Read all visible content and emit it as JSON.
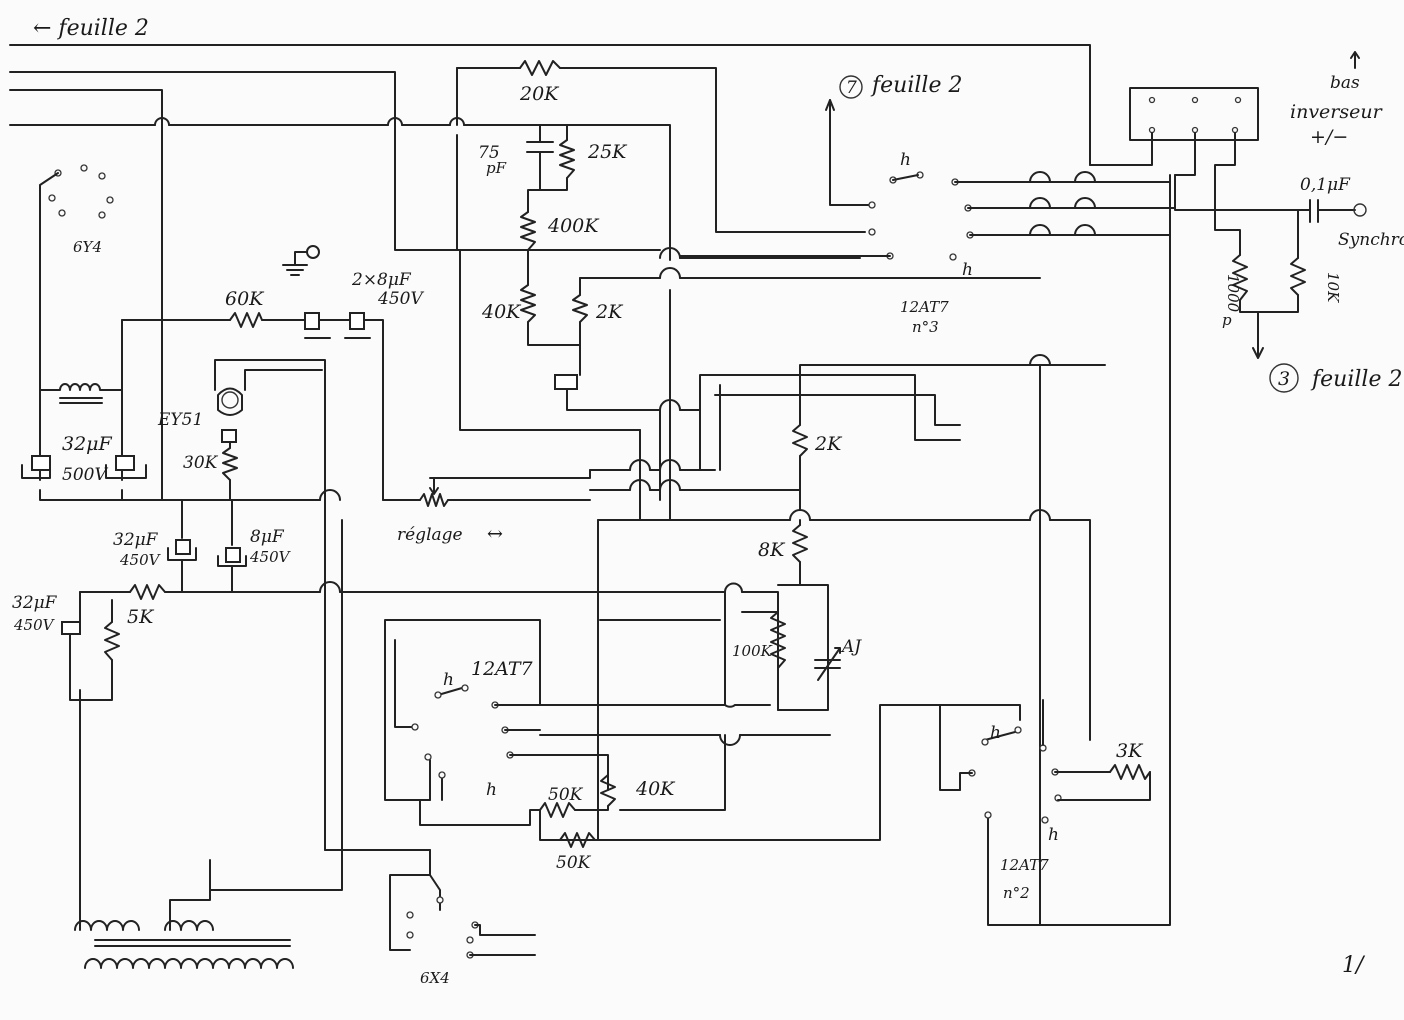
{
  "page": {
    "corner_label": "← feuille 2",
    "page_number": "1/"
  },
  "labels": {
    "r_20k": "20K",
    "c_75pf": "75",
    "c_75pf_unit": "pF",
    "r_25k": "25K",
    "r_400k": "400K",
    "r_40k_top": "40K",
    "r_2k_top": "2K",
    "tube_6y4": "6Y4",
    "r_60k": "60K",
    "c_2x8uf": "2×8μF",
    "c_2x8uf_v": "450V",
    "tube_em": "EY51",
    "r_30k": "30K",
    "c_32uf_a": "32μF",
    "c_32uf_a_v": "500V",
    "c_32uf_b": "32μF",
    "c_32uf_b_v": "450V",
    "c_8uf": "8μF",
    "c_8uf_v": "450V",
    "c_32uf_c": "32μF",
    "c_32uf_c_v": "450V",
    "r_5k": "5K",
    "pot_reglage": "réglage",
    "reglage_arrows": "↔",
    "r_2k_mid": "2K",
    "r_8k": "8K",
    "r_100k": "100K",
    "cap_aj": "AJ",
    "tube_12at7_left": "12AT7",
    "h_left_top": "h",
    "h_left_bot": "h",
    "r_50k_a": "50K",
    "r_40k_bot": "40K",
    "r_50k_b": "50K",
    "tube_6x4": "6X4",
    "tube_12at7_n3": "12AT7",
    "tube_12at7_n3_num": "n°3",
    "h_n3_top": "h",
    "h_n3_bot": "h",
    "ref_7": "7",
    "ref_7_text": "feuille 2",
    "ref_3": "3",
    "ref_3_text": "feuille 2",
    "bas": "bas",
    "inverseur": "inverseur",
    "inverseur_sign": "+/−",
    "c_01uf": "0,1μF",
    "synchro": "Synchro",
    "r_1000": "1000",
    "r_1000_p": "p",
    "r_10k": "10K",
    "tube_12at7_n2": "12AT7",
    "tube_12at7_n2_num": "n°2",
    "h_n2_top": "h",
    "h_n2_bot": "h",
    "r_3k": "3K"
  }
}
